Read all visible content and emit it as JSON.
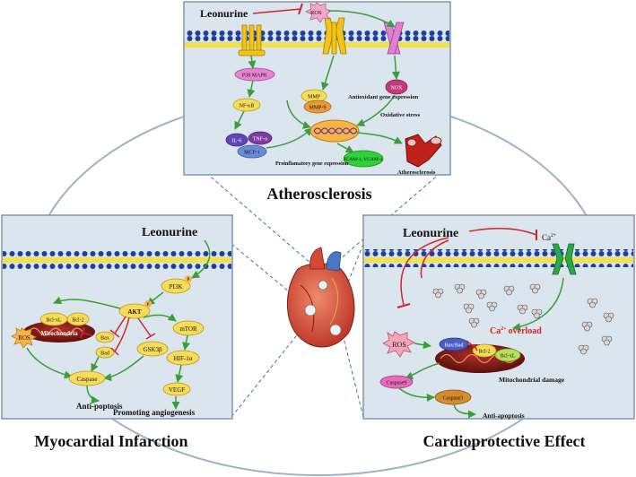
{
  "colors": {
    "panel_fill": "#dbe5ee",
    "panel_stroke": "#7f96ab",
    "ellipse_stroke": "#9db2c8",
    "membrane_blue": "#1f3f9e",
    "membrane_yellow": "#f3e14a",
    "inhibit_red": "#d0252a",
    "activate_green": "#3a9d3a"
  },
  "icons": [
    "heart-icon",
    "dna-helix-icon",
    "mitochondrion-icon",
    "artery-icon",
    "calcium-channel-icon",
    "ion-channel-icon",
    "ros-burst-icon"
  ],
  "top_panel": {
    "title": "Atherosclerosis",
    "leonurine": "Leonurine",
    "ros": "ROS",
    "p38": "P38 MAPK",
    "nfkb": "NF-κB",
    "il6": "IL-6",
    "tnfa": "TNF-α",
    "mcp1": "MCP-1",
    "mmp": "MMP",
    "mmp9": "MMP-9",
    "nox": "NOX",
    "antioxidant": "Antioxidant gene expression",
    "oxidative": "Oxidative stress",
    "icam": "ICAM-1, VCAM-1",
    "proinflam": "Proinflamatory gene expression",
    "athero_label": "Atherosclerosis"
  },
  "left_panel": {
    "title": "Myocardial Infarction",
    "leonurine": "Leonurine",
    "pi3k": "PI3K",
    "akt": "AKT",
    "p": "P",
    "bclxl": "Bcl-xL",
    "bcl2": "Bcl-2",
    "mito": "Mitochondria",
    "bax": "Bax",
    "bad": "Bad",
    "ros": "ROS",
    "mtor": "mTOR",
    "gsk": "GSK3β",
    "hif": "HIF-1α",
    "vegf": "VEGF",
    "caspase": "Caspase",
    "antiapoptosis": "Anti-poptosis",
    "angio": "Promoting angiogenesis"
  },
  "right_panel": {
    "title": "Cardioprotective Effect",
    "leonurine": "Leonurine",
    "ca": "Ca",
    "ca_sup": "2+",
    "overload_sup": "2+",
    "overload_text": "overload",
    "ros": "ROS",
    "baxbad": "Bax/Bad",
    "bcl2": "Bcl-2",
    "bclxl": "Bcl-xL",
    "mito_damage": "Mitochondrial damage",
    "caspase9": "Caspase9",
    "caspase3": "Caspase3",
    "antiapoptosis": "Anti-apoptosis"
  }
}
